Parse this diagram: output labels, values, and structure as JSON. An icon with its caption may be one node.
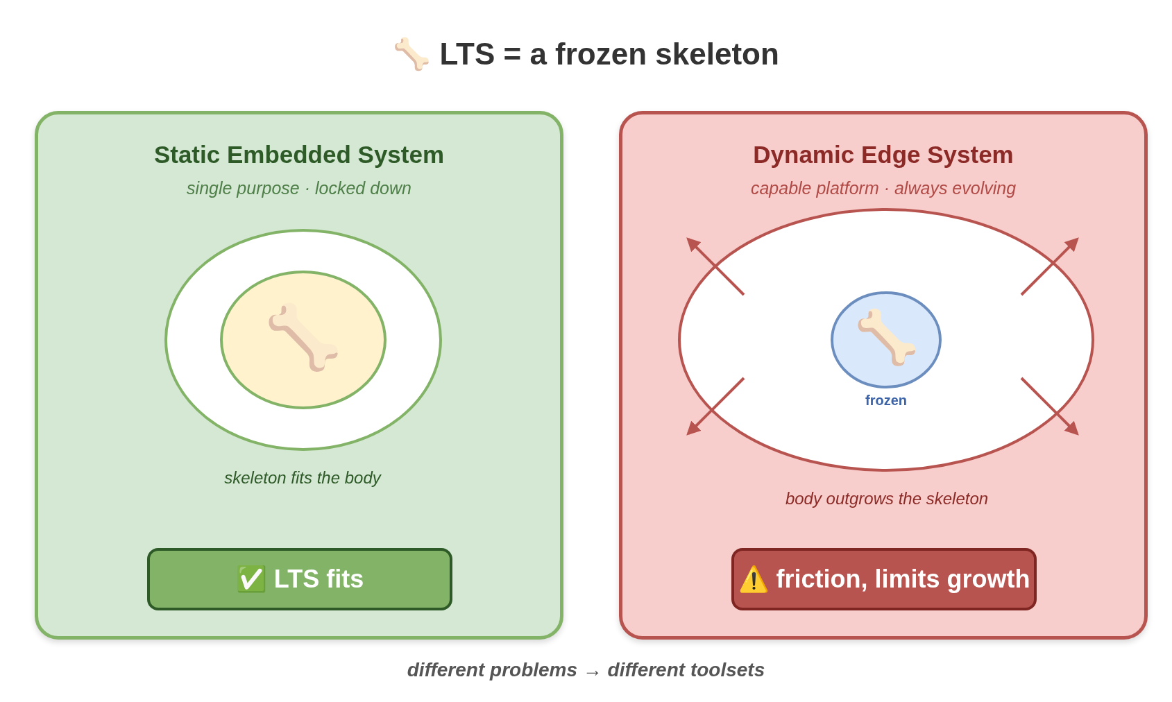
{
  "diagram": {
    "title": "🦴 LTS = a frozen skeleton",
    "caption": "different problems → different toolsets",
    "nodes": [
      {
        "text": [
          "Static Embedded System",
          "single purpose · locked down"
        ]
      },
      {
        "text": [],
        "shape": "circle",
        "in": 0,
        "beside": [
          "skeleton fits the body"
        ]
      },
      {
        "text": [
          "🦴"
        ],
        "in": 1
      },
      {
        "text": [
          "✅ LTS fits"
        ],
        "in": 0
      },
      {
        "text": [
          "Dynamic Edge System",
          "capable platform · always evolving"
        ]
      },
      {
        "text": [],
        "shape": "circle",
        "in": 4,
        "beside": [
          "body outgrows the skeleton"
        ]
      },
      {
        "text": [
          "🦴"
        ],
        "in": 5,
        "beside": [
          "frozen"
        ]
      },
      {
        "text": [
          "⚠️ friction, limits growth"
        ],
        "in": 4
      }
    ],
    "edges": []
  }
}
